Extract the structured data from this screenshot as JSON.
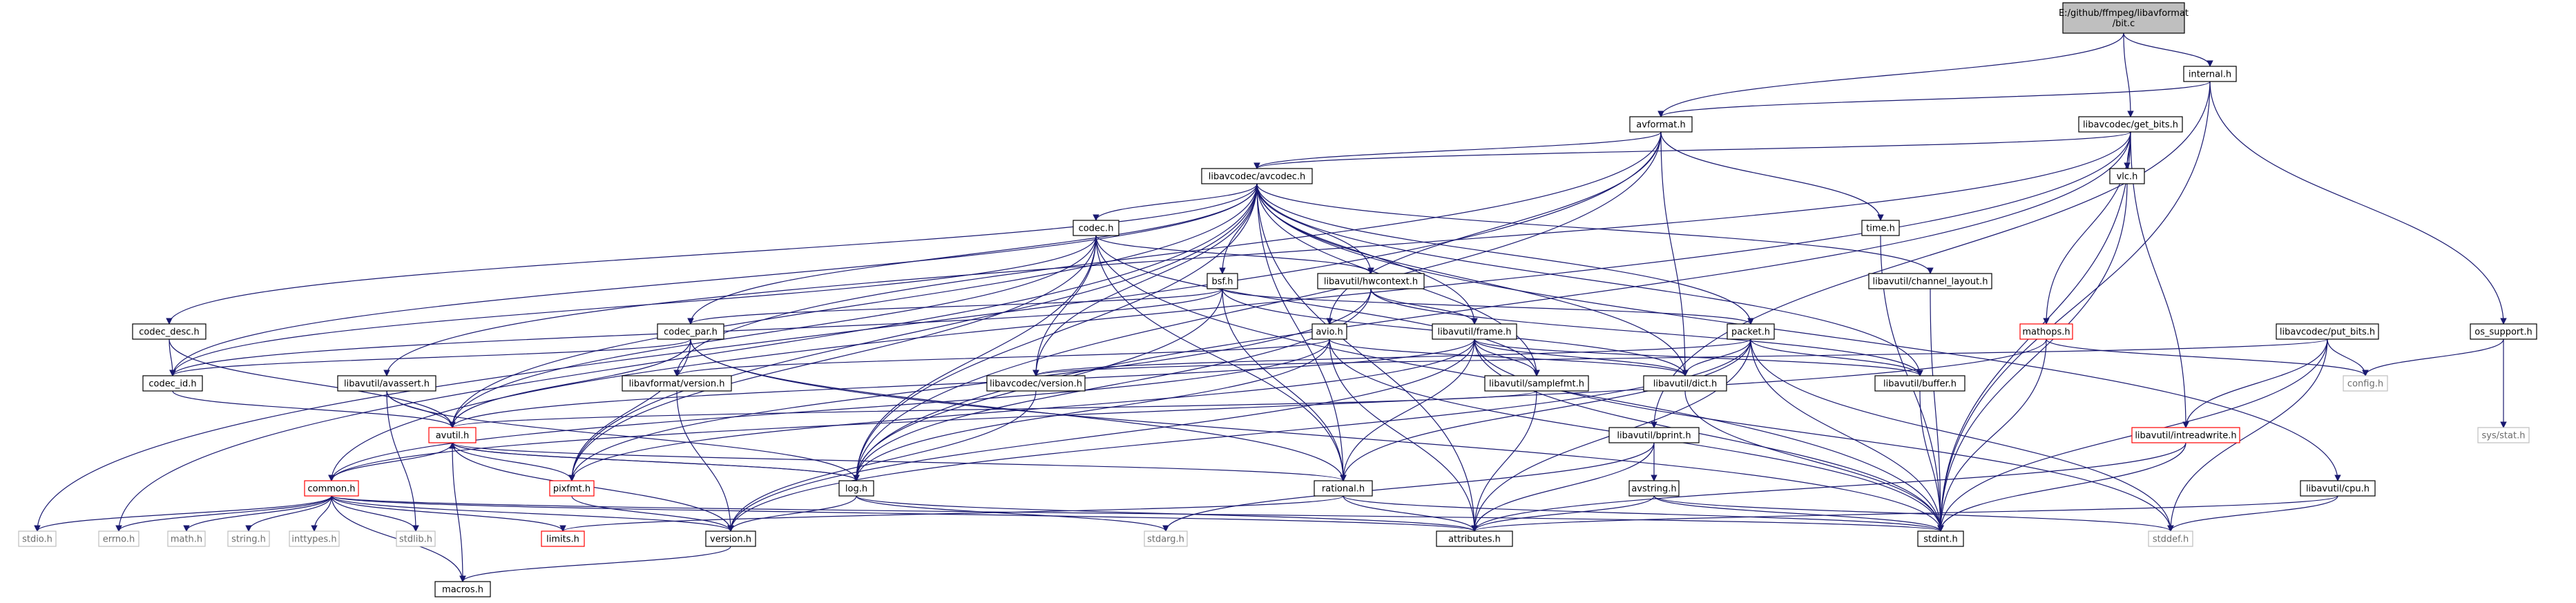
{
  "colors": {
    "edge": "#191970",
    "root_fill": "#bfbfbf",
    "normal_border": "#000000",
    "truncated_border": "#ff0000",
    "external_border": "#bfbfbf",
    "text": "#000000",
    "external_text": "#6b6b6b"
  },
  "nodes": {
    "root": {
      "label": "E:/github/ffmpeg/libavformat\n/bit.c",
      "kind": "root"
    },
    "internal_h": {
      "label": "internal.h",
      "kind": "normal"
    },
    "avformat_h": {
      "label": "avformat.h",
      "kind": "normal"
    },
    "get_bits_h": {
      "label": "libavcodec/get_bits.h",
      "kind": "normal"
    },
    "avcodec_h": {
      "label": "libavcodec/avcodec.h",
      "kind": "normal"
    },
    "vlc_h": {
      "label": "vlc.h",
      "kind": "normal"
    },
    "codec_h": {
      "label": "codec.h",
      "kind": "normal"
    },
    "time_h": {
      "label": "time.h",
      "kind": "normal"
    },
    "channel_layout_h": {
      "label": "libavutil/channel_layout.h",
      "kind": "normal"
    },
    "bsf_h": {
      "label": "bsf.h",
      "kind": "normal"
    },
    "hwcontext_h": {
      "label": "libavutil/hwcontext.h",
      "kind": "normal"
    },
    "codec_desc_h": {
      "label": "codec_desc.h",
      "kind": "normal"
    },
    "codec_par_h": {
      "label": "codec_par.h",
      "kind": "normal"
    },
    "avio_h": {
      "label": "avio.h",
      "kind": "normal"
    },
    "frame_h": {
      "label": "libavutil/frame.h",
      "kind": "normal"
    },
    "packet_h": {
      "label": "packet.h",
      "kind": "normal"
    },
    "mathops_h": {
      "label": "mathops.h",
      "kind": "truncated"
    },
    "put_bits_h": {
      "label": "libavcodec/put_bits.h",
      "kind": "normal"
    },
    "os_support_h": {
      "label": "os_support.h",
      "kind": "normal"
    },
    "codec_id_h": {
      "label": "codec_id.h",
      "kind": "normal"
    },
    "avassert_h": {
      "label": "libavutil/avassert.h",
      "kind": "normal"
    },
    "avf_version_h": {
      "label": "libavformat/version.h",
      "kind": "normal"
    },
    "avc_version_h": {
      "label": "libavcodec/version.h",
      "kind": "normal"
    },
    "samplefmt_h": {
      "label": "libavutil/samplefmt.h",
      "kind": "normal"
    },
    "dict_h": {
      "label": "libavutil/dict.h",
      "kind": "normal"
    },
    "buffer_h": {
      "label": "libavutil/buffer.h",
      "kind": "normal"
    },
    "config_h": {
      "label": "config.h",
      "kind": "external"
    },
    "sys_stat_h": {
      "label": "sys/stat.h",
      "kind": "external"
    },
    "avutil_h": {
      "label": "avutil.h",
      "kind": "truncated"
    },
    "bprint_h": {
      "label": "libavutil/bprint.h",
      "kind": "normal"
    },
    "intreadwrite_h": {
      "label": "libavutil/intreadwrite.h",
      "kind": "truncated"
    },
    "common_h": {
      "label": "common.h",
      "kind": "truncated"
    },
    "pixfmt_h": {
      "label": "pixfmt.h",
      "kind": "truncated"
    },
    "log_h": {
      "label": "log.h",
      "kind": "normal"
    },
    "rational_h": {
      "label": "rational.h",
      "kind": "normal"
    },
    "avstring_h": {
      "label": "avstring.h",
      "kind": "normal"
    },
    "cpu_h": {
      "label": "libavutil/cpu.h",
      "kind": "normal"
    },
    "stdio_h": {
      "label": "stdio.h",
      "kind": "external"
    },
    "errno_h": {
      "label": "errno.h",
      "kind": "external"
    },
    "math_h": {
      "label": "math.h",
      "kind": "external"
    },
    "string_h": {
      "label": "string.h",
      "kind": "external"
    },
    "inttypes_h": {
      "label": "inttypes.h",
      "kind": "external"
    },
    "stdlib_h": {
      "label": "stdlib.h",
      "kind": "external"
    },
    "limits_h": {
      "label": "limits.h",
      "kind": "truncated"
    },
    "version_h": {
      "label": "version.h",
      "kind": "normal"
    },
    "stdarg_h": {
      "label": "stdarg.h",
      "kind": "external"
    },
    "attributes_h": {
      "label": "attributes.h",
      "kind": "normal"
    },
    "stdint_h": {
      "label": "stdint.h",
      "kind": "normal"
    },
    "stddef_h": {
      "label": "stddef.h",
      "kind": "external"
    },
    "macros_h": {
      "label": "macros.h",
      "kind": "normal"
    }
  },
  "edges": [
    [
      "root",
      "internal_h"
    ],
    [
      "root",
      "avformat_h"
    ],
    [
      "root",
      "get_bits_h"
    ],
    [
      "internal_h",
      "avformat_h"
    ],
    [
      "internal_h",
      "os_support_h"
    ],
    [
      "internal_h",
      "bprint_h"
    ],
    [
      "internal_h",
      "stdint_h"
    ],
    [
      "avformat_h",
      "avcodec_h"
    ],
    [
      "avformat_h",
      "time_h"
    ],
    [
      "avformat_h",
      "stdio_h"
    ],
    [
      "avformat_h",
      "avio_h"
    ],
    [
      "avformat_h",
      "dict_h"
    ],
    [
      "avformat_h",
      "log_h"
    ],
    [
      "avformat_h",
      "avf_version_h"
    ],
    [
      "get_bits_h",
      "avcodec_h"
    ],
    [
      "get_bits_h",
      "vlc_h"
    ],
    [
      "get_bits_h",
      "mathops_h"
    ],
    [
      "get_bits_h",
      "intreadwrite_h"
    ],
    [
      "get_bits_h",
      "avassert_h"
    ],
    [
      "get_bits_h",
      "common_h"
    ],
    [
      "get_bits_h",
      "stdint_h"
    ],
    [
      "get_bits_h",
      "log_h"
    ],
    [
      "avcodec_h",
      "codec_h"
    ],
    [
      "avcodec_h",
      "channel_layout_h"
    ],
    [
      "avcodec_h",
      "bsf_h"
    ],
    [
      "avcodec_h",
      "hwcontext_h"
    ],
    [
      "avcodec_h",
      "codec_desc_h"
    ],
    [
      "avcodec_h",
      "codec_par_h"
    ],
    [
      "avcodec_h",
      "frame_h"
    ],
    [
      "avcodec_h",
      "packet_h"
    ],
    [
      "avcodec_h",
      "codec_id_h"
    ],
    [
      "avcodec_h",
      "avc_version_h"
    ],
    [
      "avcodec_h",
      "samplefmt_h"
    ],
    [
      "avcodec_h",
      "dict_h"
    ],
    [
      "avcodec_h",
      "buffer_h"
    ],
    [
      "avcodec_h",
      "cpu_h"
    ],
    [
      "avcodec_h",
      "avutil_h"
    ],
    [
      "avcodec_h",
      "log_h"
    ],
    [
      "avcodec_h",
      "rational_h"
    ],
    [
      "avcodec_h",
      "pixfmt_h"
    ],
    [
      "avcodec_h",
      "attributes_h"
    ],
    [
      "avcodec_h",
      "errno_h"
    ],
    [
      "vlc_h",
      "stdint_h"
    ],
    [
      "codec_h",
      "hwcontext_h"
    ],
    [
      "codec_h",
      "codec_id_h"
    ],
    [
      "codec_h",
      "avc_version_h"
    ],
    [
      "codec_h",
      "samplefmt_h"
    ],
    [
      "codec_h",
      "avutil_h"
    ],
    [
      "codec_h",
      "log_h"
    ],
    [
      "codec_h",
      "rational_h"
    ],
    [
      "codec_h",
      "pixfmt_h"
    ],
    [
      "codec_h",
      "stdint_h"
    ],
    [
      "time_h",
      "stdint_h"
    ],
    [
      "channel_layout_h",
      "stdint_h"
    ],
    [
      "bsf_h",
      "codec_id_h"
    ],
    [
      "bsf_h",
      "codec_par_h"
    ],
    [
      "bsf_h",
      "packet_h"
    ],
    [
      "bsf_h",
      "dict_h"
    ],
    [
      "bsf_h",
      "log_h"
    ],
    [
      "bsf_h",
      "rational_h"
    ],
    [
      "hwcontext_h",
      "buffer_h"
    ],
    [
      "hwcontext_h",
      "frame_h"
    ],
    [
      "hwcontext_h",
      "log_h"
    ],
    [
      "hwcontext_h",
      "pixfmt_h"
    ],
    [
      "codec_desc_h",
      "codec_id_h"
    ],
    [
      "codec_desc_h",
      "avutil_h"
    ],
    [
      "codec_par_h",
      "codec_id_h"
    ],
    [
      "codec_par_h",
      "avutil_h"
    ],
    [
      "codec_par_h",
      "rational_h"
    ],
    [
      "codec_par_h",
      "pixfmt_h"
    ],
    [
      "codec_par_h",
      "stdint_h"
    ],
    [
      "avio_h",
      "avf_version_h"
    ],
    [
      "avio_h",
      "dict_h"
    ],
    [
      "avio_h",
      "log_h"
    ],
    [
      "avio_h",
      "common_h"
    ],
    [
      "avio_h",
      "attributes_h"
    ],
    [
      "avio_h",
      "stdint_h"
    ],
    [
      "frame_h",
      "buffer_h"
    ],
    [
      "frame_h",
      "dict_h"
    ],
    [
      "frame_h",
      "samplefmt_h"
    ],
    [
      "frame_h",
      "avutil_h"
    ],
    [
      "frame_h",
      "rational_h"
    ],
    [
      "frame_h",
      "pixfmt_h"
    ],
    [
      "frame_h",
      "version_h"
    ],
    [
      "frame_h",
      "stddef_h"
    ],
    [
      "frame_h",
      "stdint_h"
    ],
    [
      "packet_h",
      "buffer_h"
    ],
    [
      "packet_h",
      "dict_h"
    ],
    [
      "packet_h",
      "rational_h"
    ],
    [
      "packet_h",
      "attributes_h"
    ],
    [
      "packet_h",
      "version_h"
    ],
    [
      "packet_h",
      "stddef_h"
    ],
    [
      "packet_h",
      "stdint_h"
    ],
    [
      "packet_h",
      "avc_version_h"
    ],
    [
      "mathops_h",
      "config_h"
    ],
    [
      "mathops_h",
      "stdint_h"
    ],
    [
      "mathops_h",
      "common_h"
    ],
    [
      "put_bits_h",
      "config_h"
    ],
    [
      "put_bits_h",
      "intreadwrite_h"
    ],
    [
      "put_bits_h",
      "avc_version_h"
    ],
    [
      "put_bits_h",
      "stddef_h"
    ],
    [
      "put_bits_h",
      "stdint_h"
    ],
    [
      "os_support_h",
      "config_h"
    ],
    [
      "os_support_h",
      "sys_stat_h"
    ],
    [
      "codec_id_h",
      "avutil_h"
    ],
    [
      "avassert_h",
      "avutil_h"
    ],
    [
      "avassert_h",
      "log_h"
    ],
    [
      "avassert_h",
      "stdlib_h"
    ],
    [
      "avf_version_h",
      "version_h"
    ],
    [
      "avc_version_h",
      "version_h"
    ],
    [
      "samplefmt_h",
      "avutil_h"
    ],
    [
      "samplefmt_h",
      "attributes_h"
    ],
    [
      "dict_h",
      "stdint_h"
    ],
    [
      "buffer_h",
      "stdint_h"
    ],
    [
      "avutil_h",
      "common_h"
    ],
    [
      "avutil_h",
      "log_h"
    ],
    [
      "avutil_h",
      "pixfmt_h"
    ],
    [
      "avutil_h",
      "rational_h"
    ],
    [
      "avutil_h",
      "version_h"
    ],
    [
      "avutil_h",
      "macros_h"
    ],
    [
      "bprint_h",
      "avstring_h"
    ],
    [
      "bprint_h",
      "attributes_h"
    ],
    [
      "bprint_h",
      "stdarg_h"
    ],
    [
      "intreadwrite_h",
      "stdint_h"
    ],
    [
      "intreadwrite_h",
      "attributes_h"
    ],
    [
      "common_h",
      "stdio_h"
    ],
    [
      "common_h",
      "errno_h"
    ],
    [
      "common_h",
      "math_h"
    ],
    [
      "common_h",
      "string_h"
    ],
    [
      "common_h",
      "inttypes_h"
    ],
    [
      "common_h",
      "stdlib_h"
    ],
    [
      "common_h",
      "limits_h"
    ],
    [
      "common_h",
      "attributes_h"
    ],
    [
      "common_h",
      "macros_h"
    ],
    [
      "common_h",
      "version_h"
    ],
    [
      "common_h",
      "stdint_h"
    ],
    [
      "pixfmt_h",
      "version_h"
    ],
    [
      "log_h",
      "avutil_h"
    ],
    [
      "log_h",
      "attributes_h"
    ],
    [
      "log_h",
      "version_h"
    ],
    [
      "log_h",
      "stdarg_h"
    ],
    [
      "rational_h",
      "attributes_h"
    ],
    [
      "rational_h",
      "stdint_h"
    ],
    [
      "rational_h",
      "limits_h"
    ],
    [
      "avstring_h",
      "stddef_h"
    ],
    [
      "avstring_h",
      "stdint_h"
    ],
    [
      "avstring_h",
      "attributes_h"
    ],
    [
      "cpu_h",
      "attributes_h"
    ],
    [
      "cpu_h",
      "stddef_h"
    ],
    [
      "version_h",
      "macros_h"
    ]
  ]
}
